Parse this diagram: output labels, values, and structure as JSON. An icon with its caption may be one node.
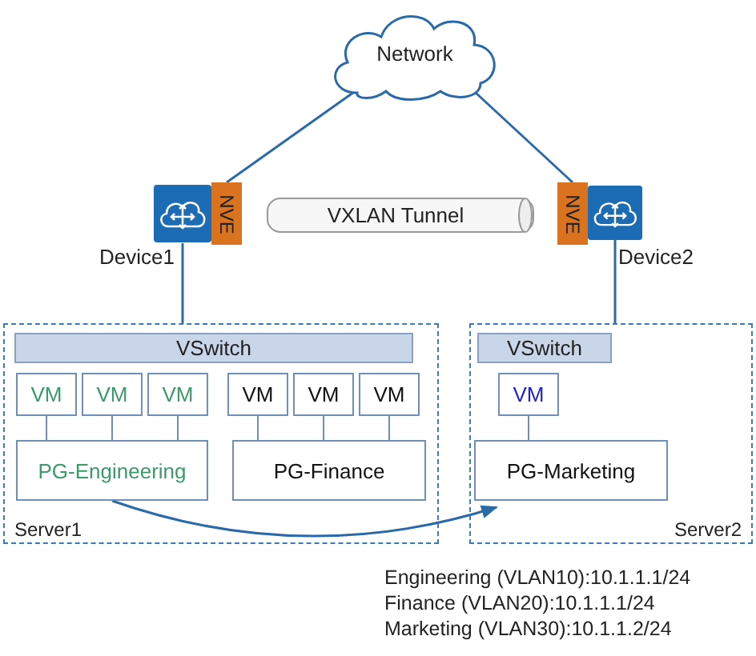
{
  "diagram": {
    "nodes": [
      {
        "text": [
          "Network"
        ]
      },
      {
        "text": [],
        "shape": "box",
        "beside": [
          "Device1"
        ]
      },
      {
        "text": [
          "NVE"
        ]
      },
      {
        "text": [
          "VXLAN Tunnel"
        ]
      },
      {
        "text": [
          "NVE"
        ]
      },
      {
        "text": [],
        "shape": "box",
        "beside": [
          "Device2"
        ]
      },
      {
        "text": [
          "Server1"
        ]
      },
      {
        "text": [
          "VSwitch"
        ],
        "in": 6
      },
      {
        "text": [
          "VM"
        ],
        "in": 6
      },
      {
        "text": [
          "VM"
        ],
        "in": 6
      },
      {
        "text": [
          "VM"
        ],
        "in": 6
      },
      {
        "text": [
          "VM"
        ],
        "in": 6
      },
      {
        "text": [
          "VM"
        ],
        "in": 6
      },
      {
        "text": [
          "VM"
        ],
        "in": 6
      },
      {
        "text": [
          "PG-Engineering"
        ],
        "in": 6
      },
      {
        "text": [
          "PG-Finance"
        ],
        "in": 6
      },
      {
        "text": [
          "Server2"
        ]
      },
      {
        "text": [
          "VSwitch"
        ],
        "in": 16
      },
      {
        "text": [
          "VM"
        ],
        "in": 16
      },
      {
        "text": [
          "PG-Marketing"
        ],
        "in": 16
      }
    ],
    "edges": [
      {
        "from": 0,
        "to": 2,
        "arrow": "none"
      },
      {
        "from": 0,
        "to": 4,
        "arrow": "none"
      },
      {
        "from": 1,
        "to": 6,
        "arrow": "none"
      },
      {
        "from": 5,
        "to": 16,
        "arrow": "none"
      },
      {
        "from": 8,
        "to": 14,
        "arrow": "none"
      },
      {
        "from": 9,
        "to": 14,
        "arrow": "none"
      },
      {
        "from": 10,
        "to": 14,
        "arrow": "none"
      },
      {
        "from": 11,
        "to": 15,
        "arrow": "none"
      },
      {
        "from": 12,
        "to": 15,
        "arrow": "none"
      },
      {
        "from": 13,
        "to": 15,
        "arrow": "none"
      },
      {
        "from": 18,
        "to": 19,
        "arrow": "none"
      },
      {
        "from": 14,
        "to": 19,
        "arrow": "to"
      }
    ],
    "labels": [
      "Engineering (VLAN10):10.1.1.1/24",
      "Finance (VLAN20):10.1.1.1/24",
      "Marketing (VLAN30):10.1.1.2/24"
    ]
  }
}
